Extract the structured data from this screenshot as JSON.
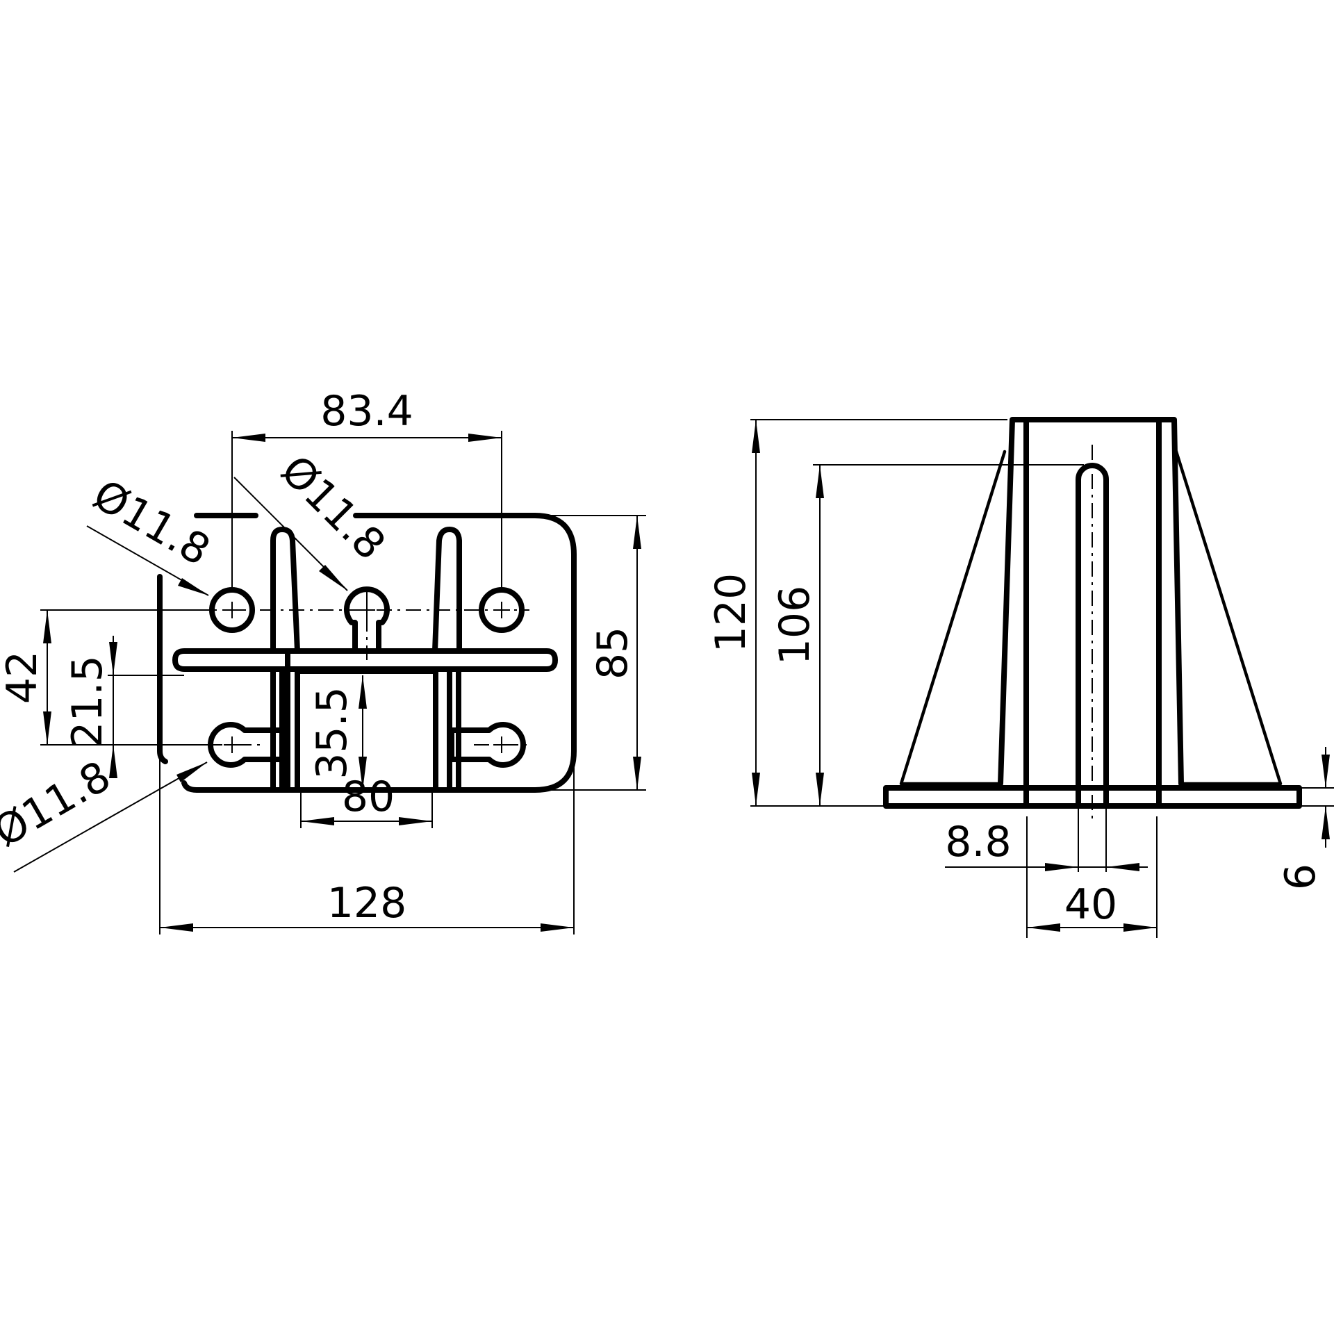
{
  "drawing": {
    "plan_view": {
      "dim_hole_spacing": "83.4",
      "dim_width_overall": "128",
      "dim_inner_width": "80",
      "dim_height_overall": "85",
      "dim_hole_rows": "42",
      "dim_half_rows": "21.5",
      "dim_slot_depth": "35.5",
      "dia_top_left": "Ø11.8",
      "dia_top_center": "Ø11.8",
      "dia_bottom_left": "Ø11.8"
    },
    "side_view": {
      "dim_total_height": "120",
      "dim_slot_height": "106",
      "dim_slot_width": "8.8",
      "dim_post_width": "40",
      "dim_base_thickness": "6"
    }
  }
}
